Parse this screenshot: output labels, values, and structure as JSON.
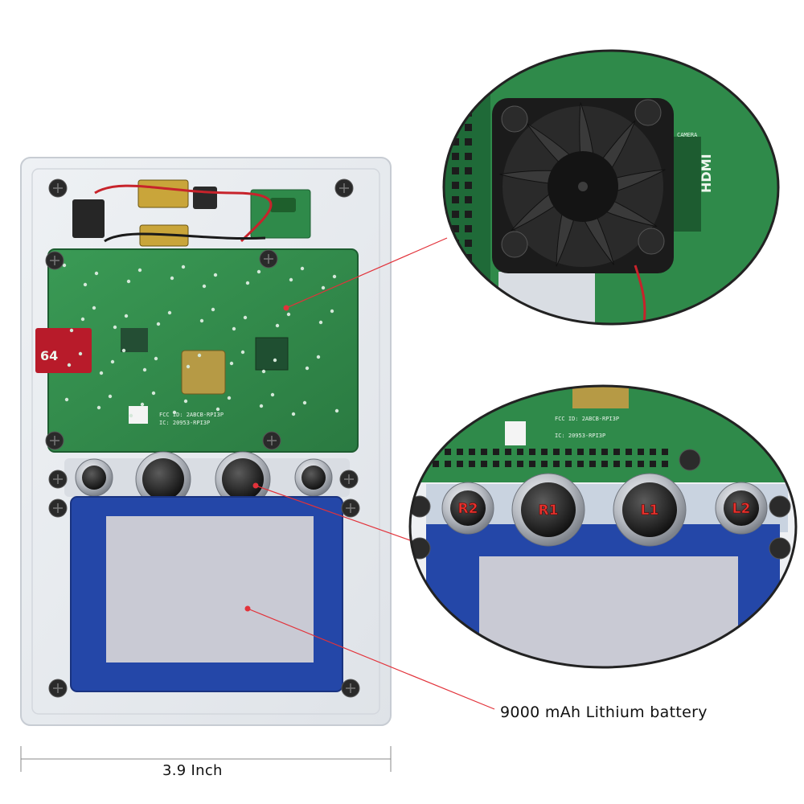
{
  "callouts": {
    "battery": "9000 mAh Lithium battery",
    "width": "3.9 Inch"
  },
  "button_labels": [
    "R2",
    "R1",
    "L1",
    "L2"
  ],
  "pcb_markings": {
    "brand_mark": "HDMI",
    "fcc_top": "FCC ID: 2ABCB-RPI3P",
    "fcc_zoom": "FCC ID: 2ABCB-RPI3P",
    "ic_zoom": "IC: 20953-RPI3P",
    "ic_top": "IC: 20953-RPI3P",
    "camera": "CAMERA",
    "sd_card": "64"
  },
  "colors": {
    "pcb_green": "#2f8a4a",
    "battery_blue": "#2447a8",
    "battery_label_grey": "#c9cad4",
    "callout_red": "#e2323a",
    "fan_black": "#1b1b1b",
    "button_steel": "#c8ccd2"
  },
  "icons": {
    "fan": "cooling-fan-icon",
    "pointer_dot": "red-dot-marker-icon"
  }
}
